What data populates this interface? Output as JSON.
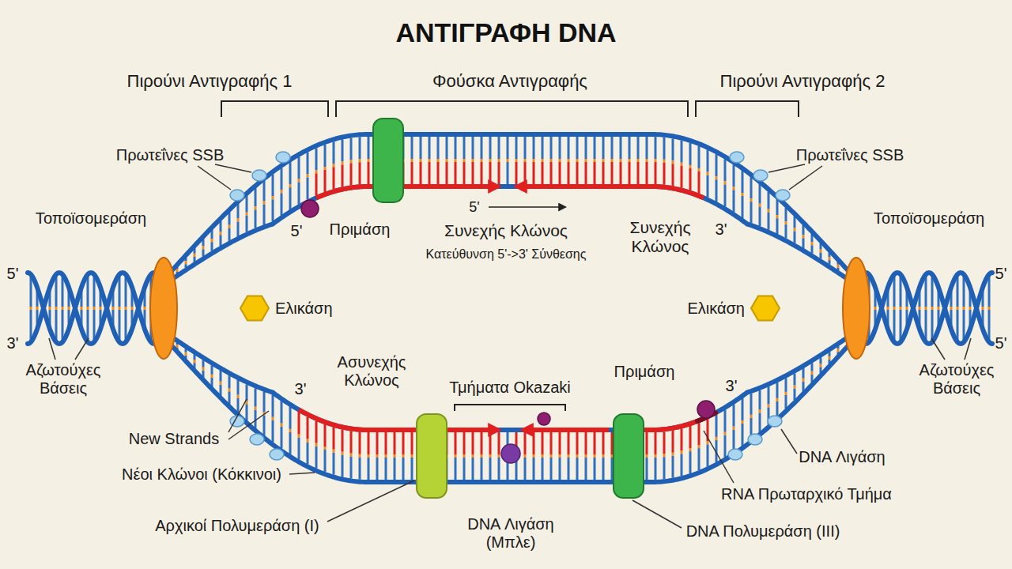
{
  "diagram": {
    "title": "ΑΝΤΙΓΡΑΦΗ DNA",
    "labels": [
      "Πιρούνι Αντιγραφής 1",
      "Φούσκα Αντιγραφής",
      "Πιρούνι Αντιγραφής 2",
      "Πρωτεΐνες SSB",
      "Πρωτεΐνες SSB",
      "Τοποϊσομεράση",
      "Τοποϊσομεράση",
      "5'",
      "5'",
      "Συνεχής Κλώνος",
      "Συνεχής Κλώνος",
      "3'",
      "5'",
      "Κατεύθυνση 5'->3' Σύνθεσης",
      "Πριμάση",
      "5'",
      "3'",
      "Ελικάση",
      "Ελικάση",
      "3'",
      "Ασυνεχής Κλώνος",
      "Τμήματα Okazaki",
      "Πριμάση",
      "3'",
      "5'",
      "Αζωτούχες Βάσεις",
      "Αζωτούχες Βάσεις",
      "New Strands",
      "DNA Λιγάση",
      "Νέοι Κλώνοι (Κόκκινοι)",
      "RNA Πρωταρχικό Τμήμα",
      "Αρχικοί Πολυμεράση (I)",
      "DNA Λιγάση (Μπλε)",
      "DNA Πολυμεράση (III)"
    ]
  }
}
